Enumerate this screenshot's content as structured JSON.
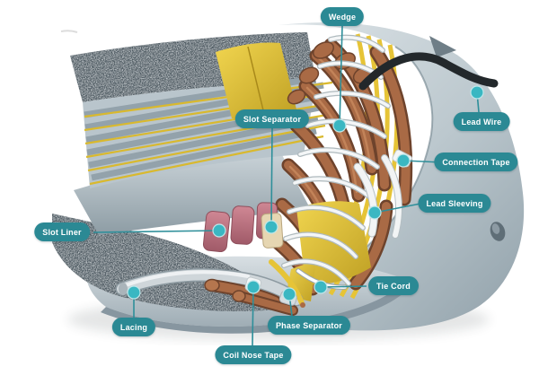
{
  "figure": {
    "type": "labeled-cutaway-diagram",
    "subject": "Electric motor stator cutaway showing winding insulation components",
    "callouts": [
      {
        "id": "wedge",
        "label": "Wedge"
      },
      {
        "id": "slot-separator",
        "label": "Slot Separator"
      },
      {
        "id": "lead-wire",
        "label": "Lead Wire"
      },
      {
        "id": "connection-tape",
        "label": "Connection Tape"
      },
      {
        "id": "lead-sleeving",
        "label": "Lead Sleeving"
      },
      {
        "id": "slot-liner",
        "label": "Slot Liner"
      },
      {
        "id": "tie-cord",
        "label": "Tie Cord"
      },
      {
        "id": "lacing",
        "label": "Lacing"
      },
      {
        "id": "phase-separator",
        "label": "Phase Separator"
      },
      {
        "id": "coil-nose-tape",
        "label": "Coil Nose Tape"
      }
    ],
    "colors": {
      "pill_background": "#2b8994",
      "pill_text": "#ffffff",
      "callout_dot": "#3ab7c2",
      "callout_line": "#2e8f9a",
      "copper_windings": "#9c6140",
      "insulation_yellow": "#e6c437",
      "slot_liner_pink": "#bd7280",
      "steel_light": "#c6d0d6",
      "steel_dark": "#55636c"
    }
  }
}
